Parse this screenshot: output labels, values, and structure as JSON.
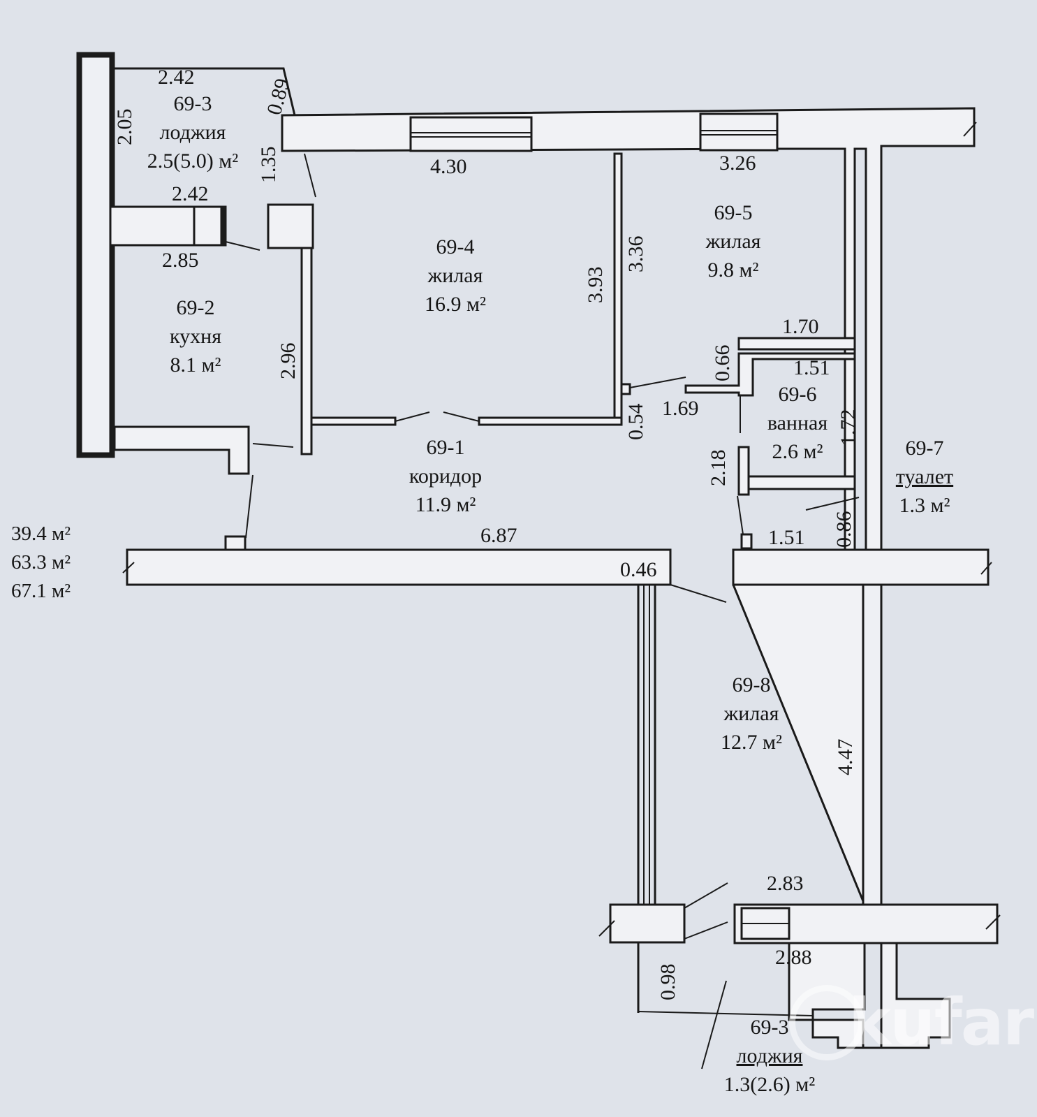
{
  "totals": [
    "39.4 м²",
    "63.3 м²",
    "67.1 м²"
  ],
  "rooms": {
    "loggia_top": {
      "num": "69-3",
      "name": "лоджия",
      "area": "2.5(5.0) м²"
    },
    "kitchen": {
      "num": "69-2",
      "name": "кухня",
      "area": "8.1 м²"
    },
    "living_4": {
      "num": "69-4",
      "name": "жилая",
      "area": "16.9 м²"
    },
    "living_5": {
      "num": "69-5",
      "name": "жилая",
      "area": "9.8 м²"
    },
    "bath": {
      "num": "69-6",
      "name": "ванная",
      "area": "2.6 м²"
    },
    "wc": {
      "num": "69-7",
      "name": "туалет",
      "area": "1.3 м²"
    },
    "corridor": {
      "num": "69-1",
      "name": "коридор",
      "area": "11.9 м²"
    },
    "living_8": {
      "num": "69-8",
      "name": "жилая",
      "area": "12.7 м²"
    },
    "loggia_bottom": {
      "num": "69-3",
      "name": "лоджия",
      "area": "1.3(2.6) м²"
    }
  },
  "dims": {
    "d1": "2.42",
    "d2": "2.05",
    "d3": "0.89",
    "d4": "1.35",
    "d5": "2.42",
    "d6": "2.85",
    "d7": "2.96",
    "d8": "4.30",
    "d9": "3.93",
    "d10": "3.36",
    "d11": "3.26",
    "d12": "1.70",
    "d13": "0.66",
    "d14": "1.51",
    "d15": "1.72",
    "d16": "0.54",
    "d17": "1.69",
    "d18": "2.18",
    "d19": "0.86",
    "d20": "1.51",
    "d21": "6.87",
    "d22": "0.46",
    "d23": "4.47",
    "d24": "2.83",
    "d25": "2.88",
    "d26": "0.98"
  },
  "watermark": "kufar"
}
